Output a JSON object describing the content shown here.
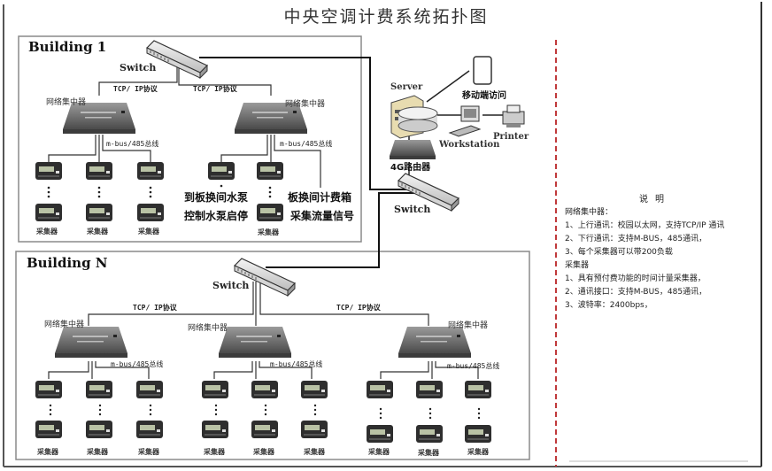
{
  "title": "中央空调计费系统拓扑图",
  "building1": {
    "label": "Building 1",
    "switch_label": "Switch",
    "protocol_left": "TCP/ IP协议",
    "protocol_right": "TCP/ IP协议",
    "hub_left": "网络集中器",
    "hub_right": "网络集中器",
    "bus_left": "m-bus/485总线",
    "bus_right": "m-bus/485总线",
    "collector_labels": [
      "采集器",
      "采集器",
      "采集器",
      "采集器"
    ],
    "notes": {
      "pump_line1": "到板换间水泵",
      "pump_line2": "控制水泵启停",
      "box_line1": "板换间计费箱",
      "box_line2": "采集流量信号"
    }
  },
  "center": {
    "server_label": "Server",
    "mobile_label": "移动端访问",
    "workstation_label": "Workstation",
    "printer_label": "Printer",
    "router_label": "4G路由器",
    "switch_label": "Switch"
  },
  "buildingN": {
    "label": "Building N",
    "switch_label": "Switch",
    "protocol_left": "TCP/ IP协议",
    "protocol_right": "TCP/ IP协议",
    "hubs": [
      "网络集中器",
      "网络集中器",
      "网络集中器"
    ],
    "bus_labels": [
      "m-bus/485总线",
      "m-bus/485总线",
      "m-bus/485总线"
    ],
    "collector_labels": [
      "采集器",
      "采集器",
      "采集器",
      "采集器",
      "采集器",
      "采集器",
      "采集器",
      "采集器",
      "采集器"
    ]
  },
  "legend": {
    "title": "说明",
    "lines": [
      "网络集中器：",
      "1、上行通讯：校园以太网，支持TCP/IP 通讯",
      "2、下行通讯：支持M-BUS，485通讯，",
      "3、每个采集器可以带200负载",
      "采集器",
      "1、具有预付费功能的时间计量采集器，",
      "2、通讯接口：支持M-BUS，485通讯，",
      "3、波特率：2400bps，"
    ]
  },
  "colors": {
    "divider": "#c0393b",
    "frame": "#444444",
    "building_border": "#8a8a8a",
    "device": "#555555"
  }
}
